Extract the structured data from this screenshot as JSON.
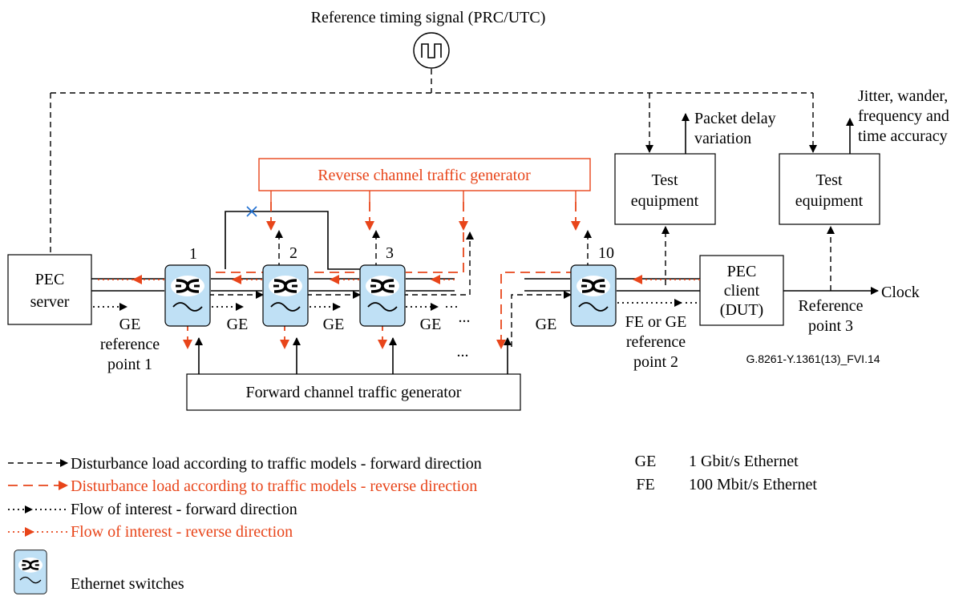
{
  "colors": {
    "reverse": "#e8451a",
    "switch_fill": "#bfe0f5",
    "line": "#000000"
  },
  "title": "Reference timing signal (PRC/UTC)",
  "nodes": {
    "pec_server": [
      "PEC",
      "server"
    ],
    "pec_client": [
      "PEC",
      "client",
      "(DUT)"
    ],
    "test_eq_1": [
      "Test",
      "equipment"
    ],
    "test_eq_2": [
      "Test",
      "equipment"
    ],
    "reverse_gen": "Reverse channel traffic generator",
    "forward_gen": "Forward channel traffic generator"
  },
  "switch_numbers": [
    "1",
    "2",
    "3",
    "10"
  ],
  "outputs": {
    "pdv": [
      "Packet delay",
      "variation"
    ],
    "jitter": [
      "Jitter, wander,",
      "frequency and",
      "time accuracy"
    ],
    "clock": "Clock"
  },
  "link_labels": {
    "ge": [
      "GE",
      "GE",
      "GE",
      "GE",
      "GE"
    ],
    "ref1": [
      "reference",
      "point 1"
    ],
    "ref2": [
      "FE or GE",
      "reference",
      "point 2"
    ],
    "ref3": [
      "Reference",
      "point 3"
    ],
    "ellipsis": [
      "...",
      "..."
    ]
  },
  "figure_id": "G.8261-Y.1361(13)_FVI.14",
  "legend": {
    "items": [
      "Disturbance load according to traffic models - forward direction",
      "Disturbance load according to traffic models - reverse direction",
      "Flow of interest - forward direction",
      "Flow of interest - reverse direction"
    ],
    "switch_label": "Ethernet switches",
    "abbreviations": [
      {
        "abbr": "GE",
        "meaning": "1 Gbit/s Ethernet"
      },
      {
        "abbr": "FE",
        "meaning": "100 Mbit/s Ethernet"
      }
    ]
  }
}
